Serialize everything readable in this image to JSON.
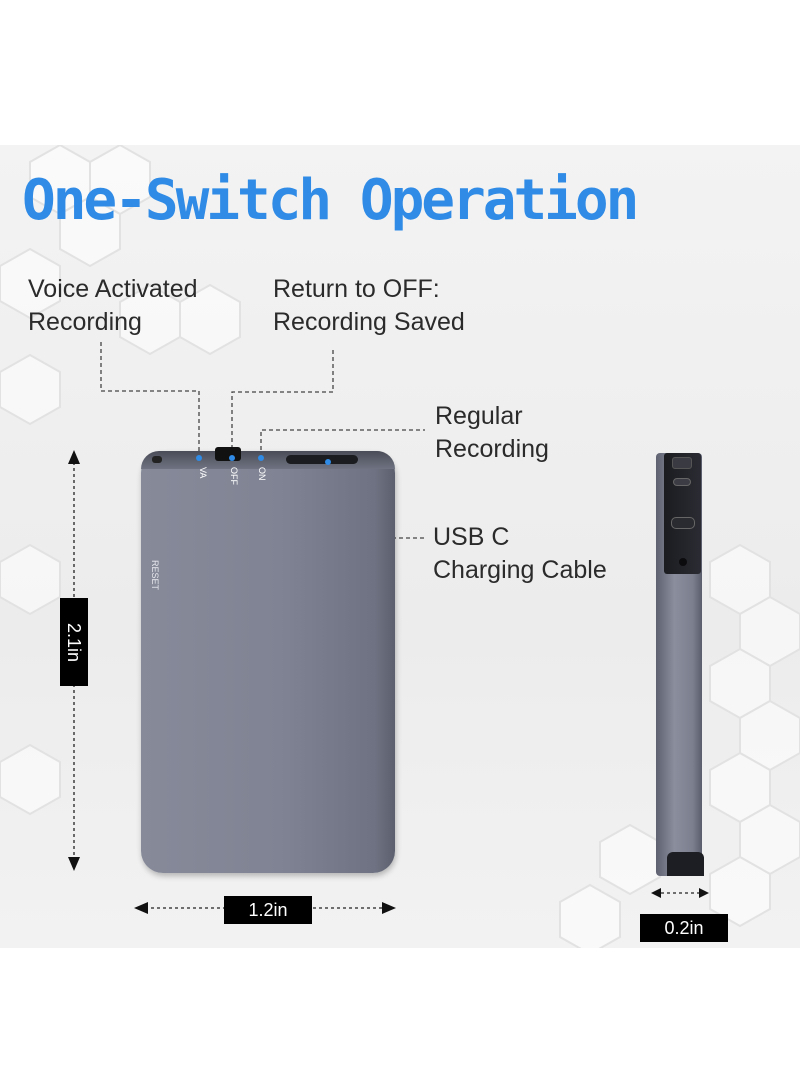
{
  "title": "One-Switch Operation",
  "labels": {
    "voice_line1": "Voice Activated",
    "voice_line2": "Recording",
    "return_line1": "Return to OFF:",
    "return_line2": "Recording Saved",
    "regular_line1": "Regular",
    "regular_line2": "Recording",
    "usb_line1": "USB C",
    "usb_line2": "Charging Cable"
  },
  "device": {
    "switch_positions": [
      "VA",
      "OFF",
      "ON"
    ],
    "reset_label": "RESET"
  },
  "dimensions": {
    "height": "2.1in",
    "width": "1.2in",
    "depth": "0.2in"
  },
  "colors": {
    "accent": "#2f8be6",
    "device": "#7f8393",
    "badge": "#000000"
  }
}
